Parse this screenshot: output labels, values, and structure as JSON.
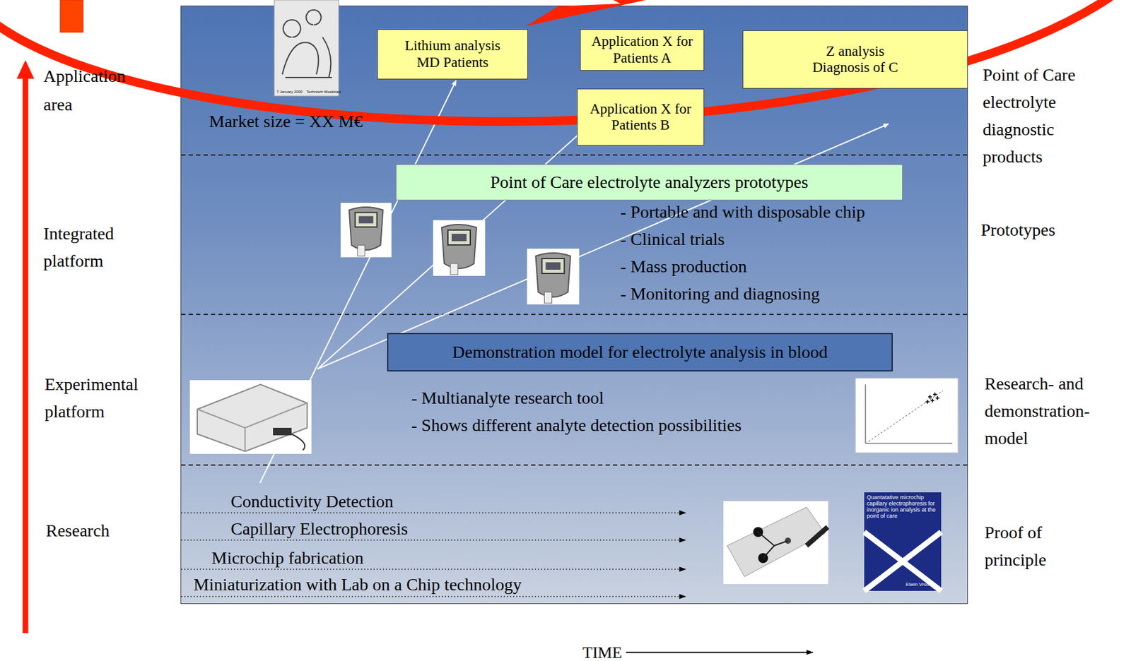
{
  "diagram": {
    "nodes": [
      {
        "text": [
          "Lithium analysis MD Patients"
        ]
      },
      {
        "text": [
          "Application X for Patients A"
        ]
      },
      {
        "text": [
          "Z analysis Diagnosis of C"
        ]
      },
      {
        "text": [
          "Application X for Patients B"
        ]
      },
      {
        "text": [
          "Point of Care electrolyte analyzers prototypes"
        ]
      },
      {
        "text": [
          "Demonstration model for electrolyte analysis in blood"
        ]
      }
    ],
    "labels": [
      "Application area",
      "Integrated platform",
      "Experimental platform",
      "Research",
      "Point of Care electrolyte diagnostic products",
      "Prototypes",
      "Research- and demonstration- model",
      "Proof of principle",
      "Market size = XX M€",
      "- Portable and with disposable chip",
      "- Clinical trials",
      "- Mass production",
      "- Monitoring and diagnosing",
      "- Multianalyte research tool",
      "- Shows different analyte detection possibilities",
      "Conductivity Detection",
      "Capillary Electrophoresis",
      "Microchip fabrication",
      "Miniaturization with Lab on a Chip technology",
      "TIME",
      "Quantatative microchip capillary electrophoresis for inorganic ion analysis at the point of care",
      "Elwin Vrouwe",
      "7 January 2000",
      "Technisch Weekblad"
    ]
  }
}
